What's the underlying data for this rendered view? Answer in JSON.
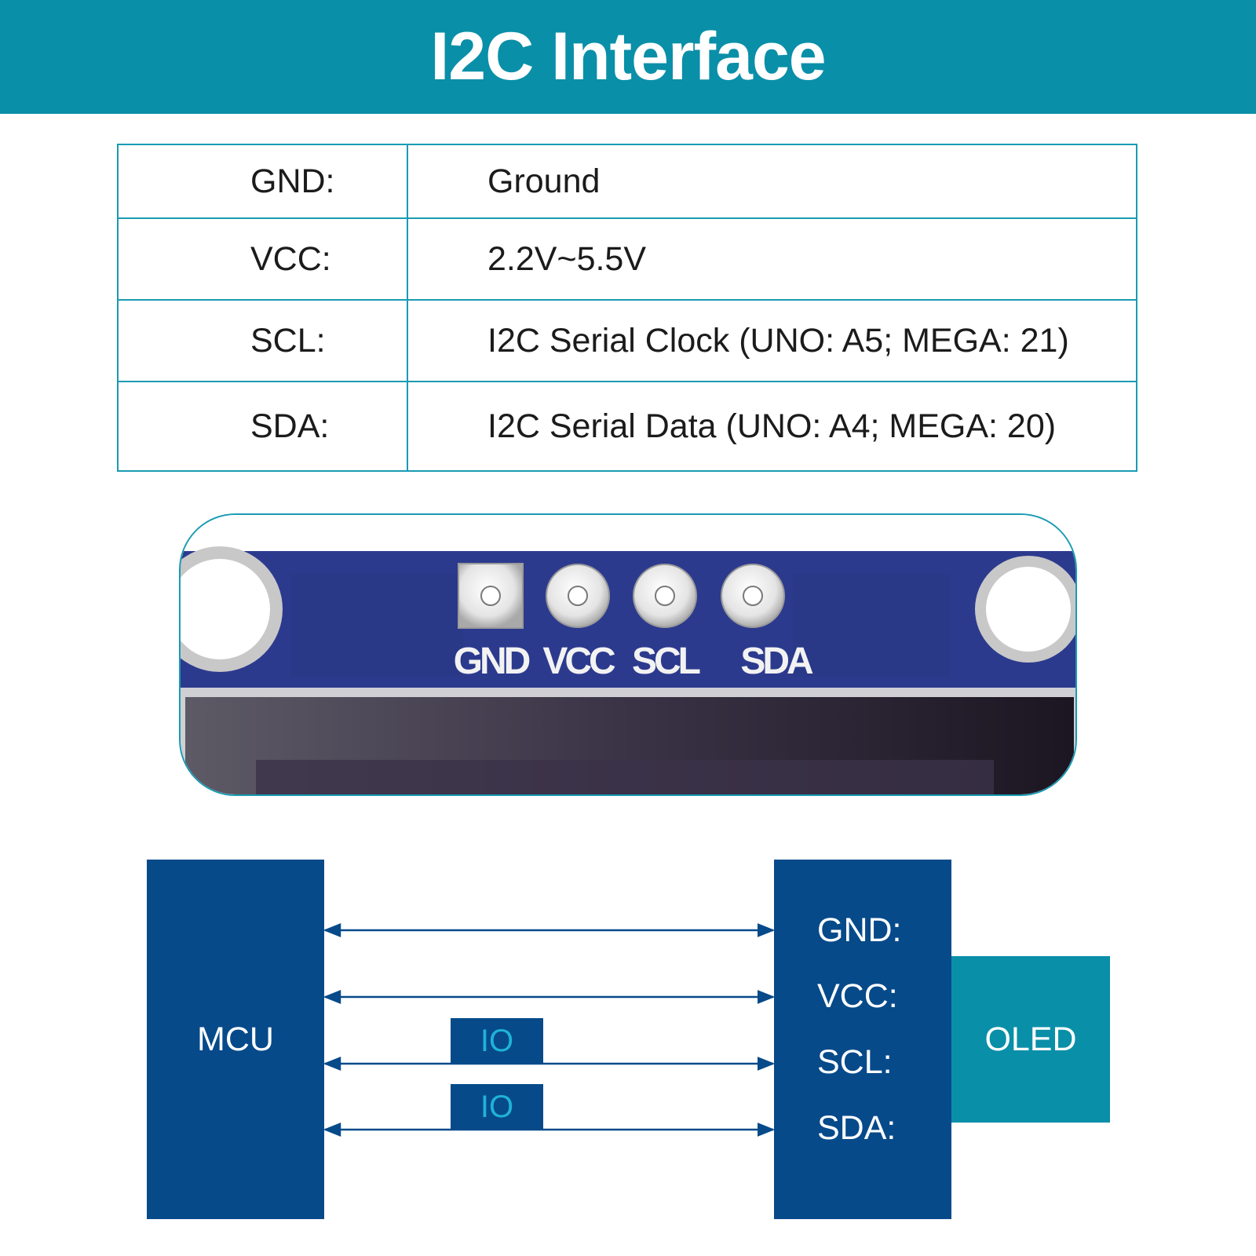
{
  "header": {
    "title": "I2C Interface"
  },
  "pin_table": {
    "rows": [
      {
        "pin": "GND:",
        "description": "Ground"
      },
      {
        "pin": "VCC:",
        "description": "2.2V~5.5V"
      },
      {
        "pin": "SCL:",
        "description": "I2C Serial Clock (UNO: A5; MEGA: 21)"
      },
      {
        "pin": "SDA:",
        "description": "I2C Serial Data (UNO: A4; MEGA: 20)"
      }
    ]
  },
  "board": {
    "silkscreen": [
      "GND",
      "VCC",
      "SCL",
      "SDA"
    ]
  },
  "diagram": {
    "mcu_label": "MCU",
    "oled_label": "OLED",
    "oled_pins": [
      "GND:",
      "VCC:",
      "SCL:",
      "SDA:"
    ],
    "io_labels": [
      "IO",
      "IO"
    ]
  },
  "colors": {
    "header_teal": "#0a8fa8",
    "table_border": "#1a9bb3",
    "block_navy": "#064a8a",
    "io_text": "#1fb3d6",
    "board_blue": "#2c3a8e"
  }
}
